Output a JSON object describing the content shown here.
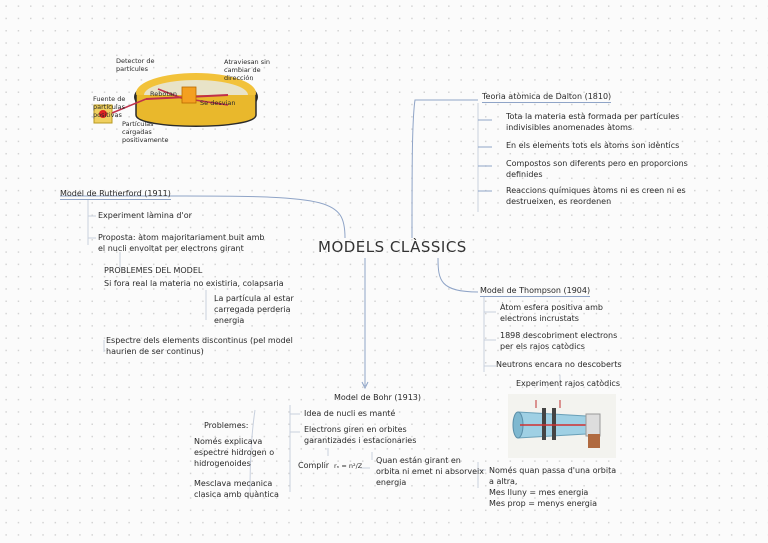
{
  "central": {
    "title": "MODELS CLÀSSICS"
  },
  "rutherford": {
    "heading": "Model de Rutherford (1911)",
    "experiment": "Experiment làmina d'or",
    "proposal_line1": "Proposta: àtom majoritariament buit amb",
    "proposal_line2": "el nucli envoltat per electrons girant",
    "problems_heading": "PROBLEMES DEL MODEL",
    "problem1": "Si fora real la materia no existiria, colapsaria",
    "problem1_sub": [
      "La partícula al estar",
      "carregada perderia",
      "energia"
    ],
    "problem2": [
      "Espectre dels elements discontinus (pel model",
      "haurien de ser continus)"
    ],
    "figure_labels": {
      "detector": [
        "Detector de",
        "partícules"
      ],
      "source": [
        "Fuente de",
        "partículas",
        "positivas"
      ],
      "rebote": "Rebotan",
      "desvian": "Se desvian",
      "through": [
        "Atraviesan sin",
        "cambiar de",
        "dirección"
      ],
      "charged": [
        "Partículas",
        "cargadas",
        "positivamente"
      ]
    }
  },
  "dalton": {
    "heading": "Teoria atòmica de Dalton (1810)",
    "items": [
      [
        "Tota la materia està formada per partícules",
        "indivisibles anomenades àtoms"
      ],
      [
        "En els elements tots els àtoms son idèntics"
      ],
      [
        "Compostos son diferents pero en proporcions",
        "definides"
      ],
      [
        "Reaccions químiques àtoms ni es creen ni es",
        "destrueixen, es reordenen"
      ]
    ]
  },
  "thompson": {
    "heading": "Model de Thompson (1904)",
    "items": [
      [
        "Àtom esfera positiva amb",
        "electrons incrustats"
      ],
      [
        "1898 descobriment electrons",
        "per els rajos catòdics"
      ],
      [
        "Neutrons encara no descoberts"
      ]
    ],
    "experiment_caption": "Experiment rajos catòdics"
  },
  "bohr": {
    "heading": "Model de Bohr (1913)",
    "item1": "Idea de nucli es manté",
    "item2": [
      "Electrons giren en orbites",
      "garantizades i estacionaries"
    ],
    "complir": "Complir",
    "formula": "rₙ = n²/Z",
    "note": [
      "Quan están girant en",
      "orbita ni emet ni absorveix",
      "energia"
    ],
    "right_note": [
      "Només quan passa d'una orbita",
      "a altra,",
      "Mes lluny = mes energia",
      "Mes prop = menys energia"
    ],
    "problems_heading": "Problemes:",
    "problems": [
      [
        "Només explicava",
        "espectre hidrogen o",
        "hidrogenoides"
      ],
      [
        "Mesclava mecanica",
        "clasica amb quàntica"
      ]
    ]
  }
}
